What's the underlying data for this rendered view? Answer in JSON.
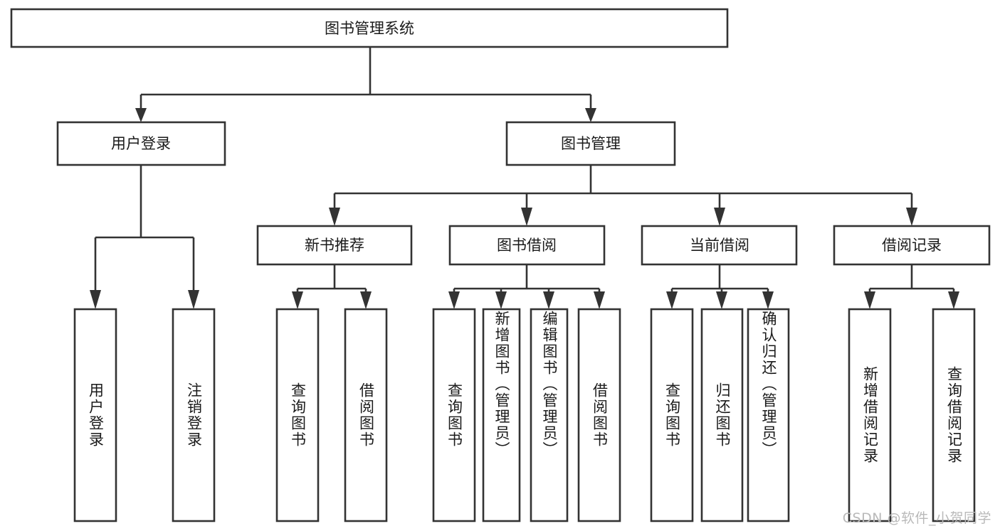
{
  "diagram": {
    "title": "图书管理系统",
    "watermark": "CSDN @软件_小贺同学",
    "type": "tree",
    "orientation": "top-down",
    "colors": {
      "stroke": "#333333",
      "box_fill": "#ffffff",
      "text": "#1a1a1a",
      "background": "#ffffff",
      "watermark": "#b9b9b9"
    },
    "root": {
      "label": "图书管理系统"
    },
    "level2": [
      {
        "label": "用户登录"
      },
      {
        "label": "图书管理"
      }
    ],
    "level3": [
      {
        "label": "新书推荐"
      },
      {
        "label": "图书借阅"
      },
      {
        "label": "当前借阅"
      },
      {
        "label": "借阅记录"
      }
    ],
    "leaves": {
      "user_login": [
        {
          "label": "用户登录"
        },
        {
          "label": "注销登录"
        }
      ],
      "new_book_recommend": [
        {
          "label": "查询图书"
        },
        {
          "label": "借阅图书"
        }
      ],
      "book_borrow": [
        {
          "label": "查询图书"
        },
        {
          "label": "新增图书（管理员）"
        },
        {
          "label": "编辑图书（管理员）"
        },
        {
          "label": "借阅图书"
        }
      ],
      "current_borrow": [
        {
          "label": "查询图书"
        },
        {
          "label": "归还图书"
        },
        {
          "label": "确认归还（管理员）"
        }
      ],
      "borrow_record": [
        {
          "label": "新增借阅记录"
        },
        {
          "label": "查询借阅记录"
        }
      ]
    }
  }
}
